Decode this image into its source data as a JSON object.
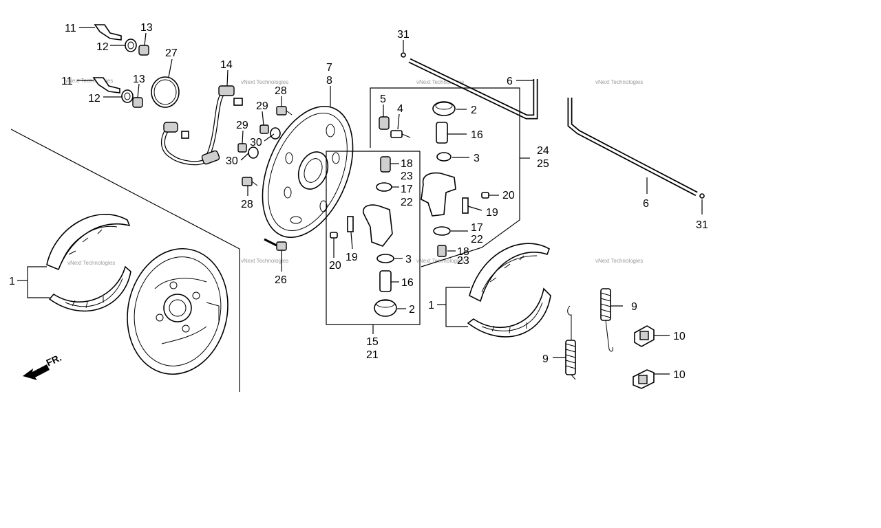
{
  "diagram": {
    "watermark": "vNext Technologies",
    "direction_label": "FR.",
    "callouts": {
      "c11a": "11",
      "c13a": "13",
      "c12a": "12",
      "c27": "27",
      "c11b": "11",
      "c13b": "13",
      "c12b": "12",
      "c14": "14",
      "c28a": "28",
      "c29a": "29",
      "c29b": "29",
      "c30a": "30",
      "c30b": "30",
      "c28b": "28",
      "c26": "26",
      "c7": "7",
      "c8": "8",
      "c31a": "31",
      "c6a": "6",
      "c5": "5",
      "c4": "4",
      "c2a": "2",
      "c16a": "16",
      "c3a": "3",
      "c24": "24",
      "c25": "25",
      "c18a": "18",
      "c23a": "23",
      "c17a": "17",
      "c22a": "22",
      "c20a": "20",
      "c19a": "19",
      "c17b": "17",
      "c22b": "22",
      "c20b": "20",
      "c19b": "19",
      "c3b": "3",
      "c18b": "18",
      "c23b": "23",
      "c16b": "16",
      "c2b": "2",
      "c15": "15",
      "c21": "21",
      "c1a": "1",
      "c1b": "1",
      "c9a": "9",
      "c9b": "9",
      "c10a": "10",
      "c10b": "10",
      "c6b": "6",
      "c31b": "31"
    }
  }
}
